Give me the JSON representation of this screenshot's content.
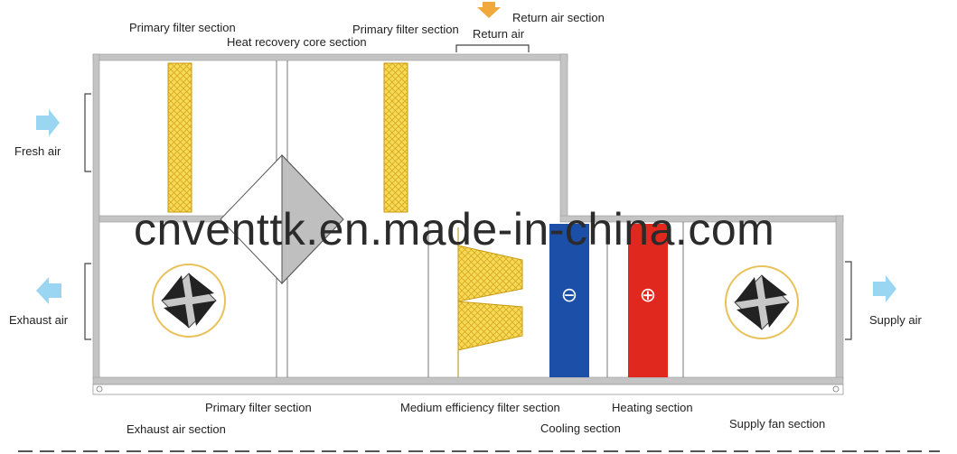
{
  "labels": {
    "primary_filter_top_left": "Primary filter section",
    "heat_recovery_core": "Heat recovery core section",
    "primary_filter_top_right": "Primary filter section",
    "return_air_section": "Return air section",
    "return_air": "Return air",
    "fresh_air": "Fresh air",
    "exhaust_air": "Exhaust air",
    "supply_air": "Supply air",
    "primary_filter_bottom": "Primary filter section",
    "medium_efficiency_filter": "Medium efficiency filter section",
    "heating_section": "Heating section",
    "exhaust_air_section": "Exhaust air section",
    "cooling_section": "Cooling section",
    "supply_fan_section": "Supply fan section"
  },
  "symbols": {
    "cooling": "⊖",
    "heating": "⊕"
  },
  "watermark": "cnventtk.en.made-in-china.com",
  "colors": {
    "frame": "#c4c4c4",
    "frame_stroke": "#9a9a9a",
    "filter_yellow": "#f4d24a",
    "cooling_coil": "#1b4fa8",
    "heating_coil": "#e0281f",
    "arrow_blue": "#8fd0f0",
    "arrow_orange": "#f0a93a"
  }
}
